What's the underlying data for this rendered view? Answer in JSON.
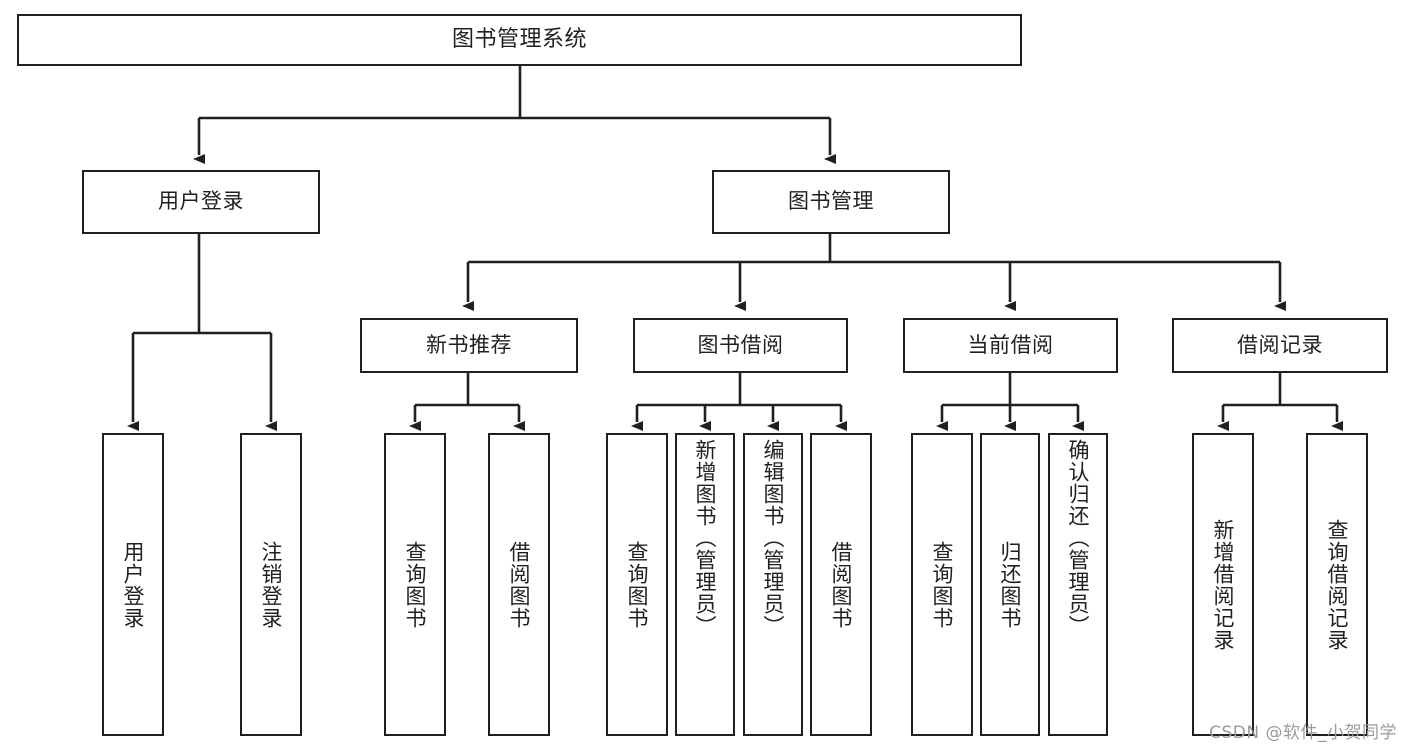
{
  "diagram": {
    "title": "图书管理系统",
    "type": "tree-hierarchy",
    "stroke_color": "#231f20",
    "fill_color": "#ffffff",
    "background": "#ffffff"
  },
  "nodes": {
    "root": {
      "label": "图书管理系统"
    },
    "level2": [
      {
        "id": "user-login",
        "label": "用户登录"
      },
      {
        "id": "book-manage",
        "label": "图书管理"
      }
    ],
    "level3": [
      {
        "id": "new-book-recommend",
        "label": "新书推荐"
      },
      {
        "id": "book-borrow",
        "label": "图书借阅"
      },
      {
        "id": "current-borrow",
        "label": "当前借阅"
      },
      {
        "id": "borrow-record",
        "label": "借阅记录"
      }
    ],
    "leaves": {
      "user_login": [
        {
          "id": "leaf-user-login",
          "label": "用户登录"
        },
        {
          "id": "leaf-logout-login",
          "label": "注销登录"
        }
      ],
      "new_book_recommend": [
        {
          "id": "leaf-query-book-1",
          "label": "查询图书"
        },
        {
          "id": "leaf-borrow-book-1",
          "label": "借阅图书"
        }
      ],
      "book_borrow": [
        {
          "id": "leaf-query-book-2",
          "label": "查询图书"
        },
        {
          "id": "leaf-add-book",
          "label": "新增图书（管理员）"
        },
        {
          "id": "leaf-edit-book",
          "label": "编辑图书（管理员）"
        },
        {
          "id": "leaf-borrow-book-2",
          "label": "借阅图书"
        }
      ],
      "current_borrow": [
        {
          "id": "leaf-query-book-3",
          "label": "查询图书"
        },
        {
          "id": "leaf-return-book",
          "label": "归还图书"
        },
        {
          "id": "leaf-confirm-return",
          "label": "确认归还（管理员）"
        }
      ],
      "borrow_record": [
        {
          "id": "leaf-add-record",
          "label": "新增借阅记录"
        },
        {
          "id": "leaf-query-record",
          "label": "查询借阅记录"
        }
      ]
    }
  },
  "watermark": {
    "text": "CSDN @软件_小贺同学"
  }
}
